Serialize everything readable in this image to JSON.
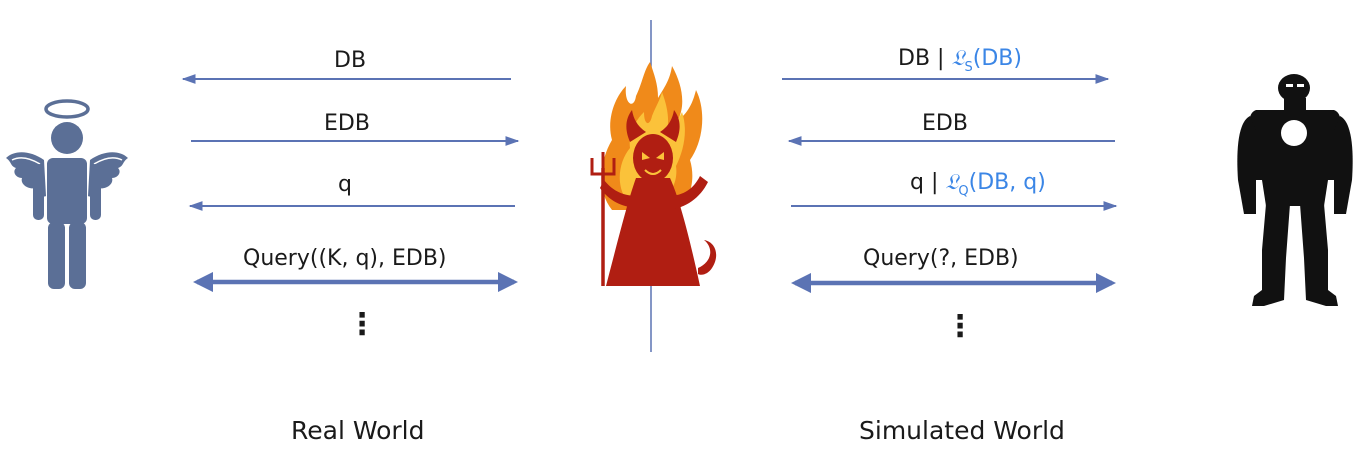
{
  "real_world": {
    "caption": "Real World",
    "messages": [
      {
        "text": "DB",
        "direction": "left"
      },
      {
        "text": "EDB",
        "direction": "right"
      },
      {
        "text": "q",
        "direction": "left"
      },
      {
        "text": "Query((K, q), EDB)",
        "direction": "both"
      }
    ],
    "ellipsis": "⋮"
  },
  "simulated_world": {
    "caption": "Simulated World",
    "messages": [
      {
        "text": "DB | ",
        "leak_symbol": "𝔏",
        "leak_sub": "S",
        "leak_args": "(DB)",
        "direction": "right"
      },
      {
        "text": "EDB",
        "direction": "left"
      },
      {
        "text": "q | ",
        "leak_symbol": "𝔏",
        "leak_sub": "Q",
        "leak_args": "(DB, q)",
        "direction": "right"
      },
      {
        "text": "Query(?, EDB)",
        "direction": "both"
      }
    ],
    "ellipsis": "⋮"
  },
  "figures": {
    "client": "angel-icon",
    "server": "devil-icon",
    "simulator": "robot-icon"
  },
  "colors": {
    "arrow": "#5b73b4",
    "leakage_text": "#3b86e6",
    "divider": "#5b73b4",
    "client": "#5b6f96",
    "devil_dark": "#b01e12",
    "devil_fire": "#f08a1a",
    "robot": "#111111"
  }
}
